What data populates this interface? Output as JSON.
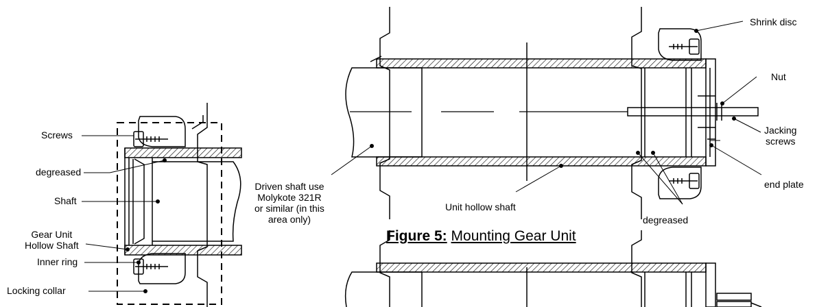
{
  "figure": {
    "label": "Figure 5:",
    "title": "Mounting Gear Unit"
  },
  "left_labels": {
    "screws": "Screws",
    "degreased": "degreased",
    "shaft": "Shaft",
    "gear_unit_hollow_shaft": [
      "Gear Unit",
      "Hollow Shaft"
    ],
    "inner_ring": "Inner ring",
    "locking_collar": "Locking collar"
  },
  "main_labels": {
    "driven_shaft_note": [
      "Driven shaft use",
      "Molykote 321R",
      "or similar (in this",
      "area only)"
    ],
    "unit_hollow_shaft": "Unit hollow shaft",
    "degreased": "degreased",
    "shrink_disc": "Shrink disc",
    "nut": "Nut",
    "jacking_screws": [
      "Jacking",
      "screws"
    ],
    "end_plate": "end plate"
  },
  "colors": {
    "line": "#000000",
    "background": "#ffffff"
  }
}
